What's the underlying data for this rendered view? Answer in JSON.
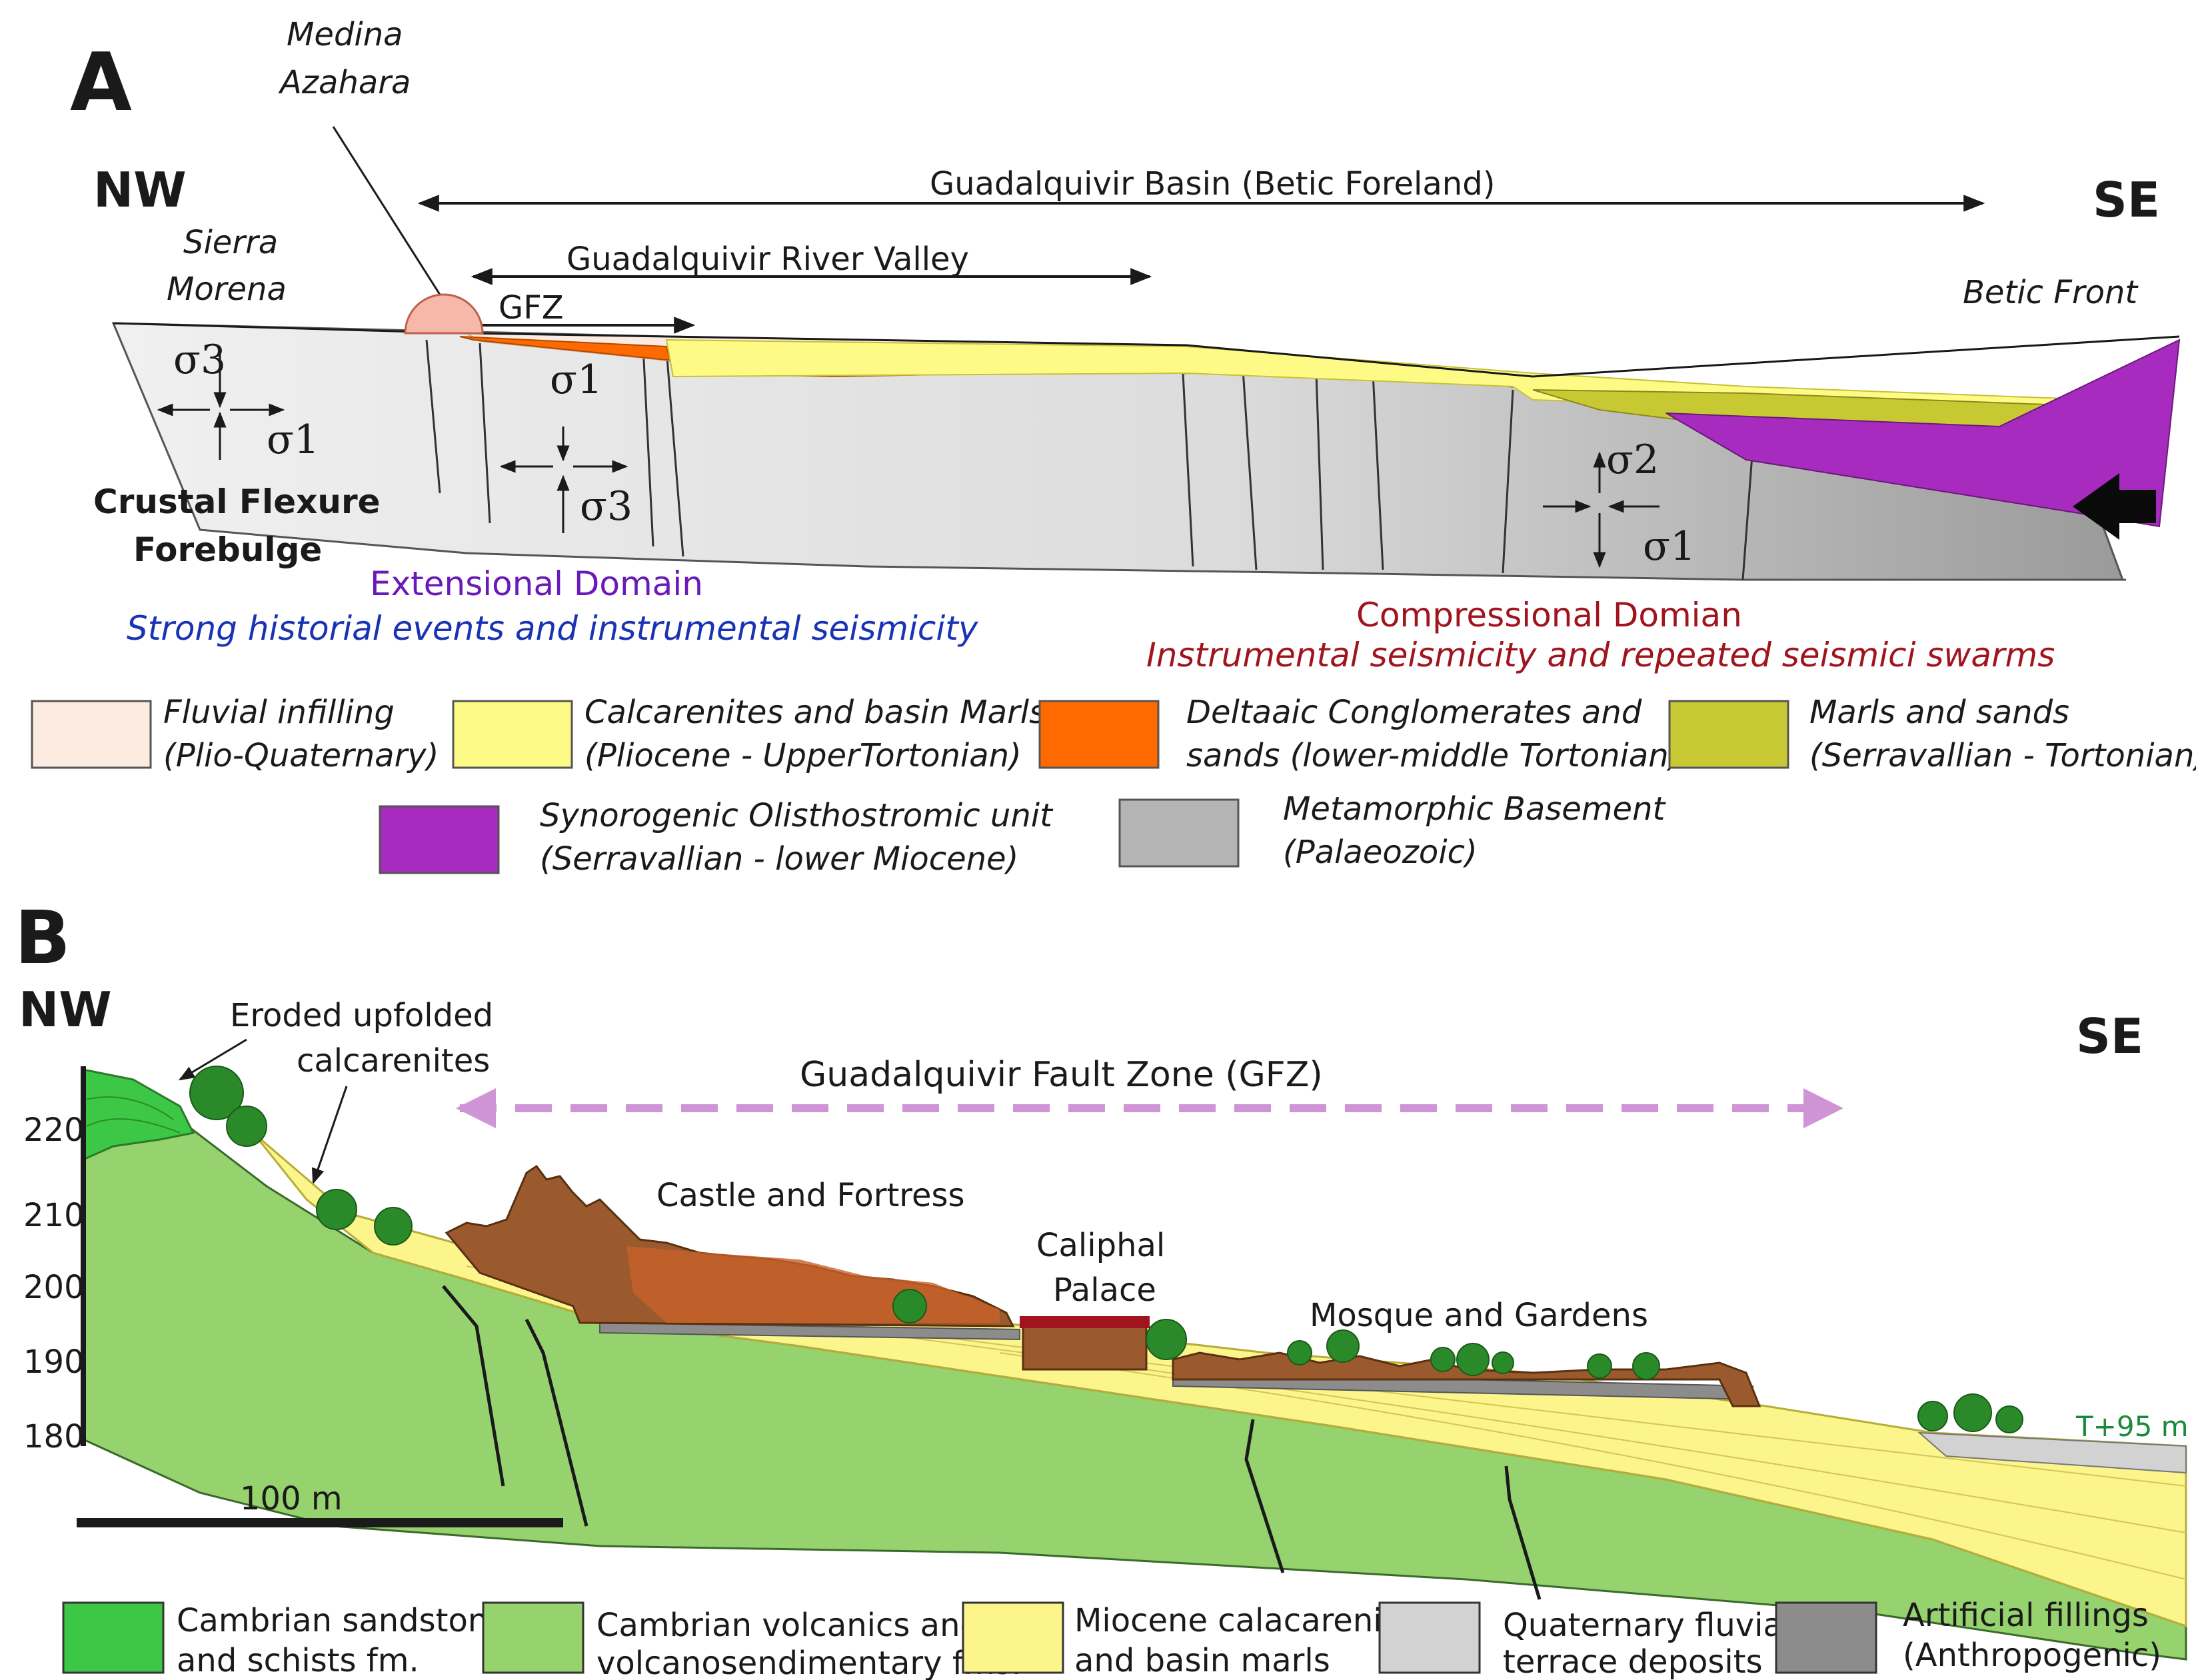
{
  "panel_a": {
    "letter": "A",
    "nw": "NW",
    "se": "SE",
    "medina_line1": "Medina",
    "medina_line2": "Azahara",
    "sierra_line1": "Sierra",
    "sierra_line2": "Morena",
    "basin_span": "Guadalquivir Basin (Betic Foreland)",
    "river_span": "Guadalquivir River Valley",
    "gfz": "GFZ",
    "betic_front": "Betic Front",
    "sigma1": "σ1",
    "sigma2": "σ2",
    "sigma3": "σ3",
    "flexure_line1": "Crustal Flexure",
    "flexure_line2": "Forebulge",
    "ext_domain": "Extensional Domain",
    "ext_note": "Strong historial events and instrumental seismicity",
    "comp_domain": "Compressional Domian",
    "comp_note": "Instrumental seismicity and repeated seismici swarms",
    "legend": [
      {
        "line1": "Fluvial infilling",
        "line2": "(Plio-Quaternary)",
        "color": "#fcebe0"
      },
      {
        "line1": "Calcarenites and basin Marls",
        "line2": "(Pliocene - UpperTortonian)",
        "color": "#fdfb86"
      },
      {
        "line1": "Deltaaic Conglomerates and",
        "line2": "sands (lower-middle Tortonian)",
        "color": "#ff6a00"
      },
      {
        "line1": "Marls and sands",
        "line2": "(Serravallian - Tortonian)",
        "color": "#c8c832"
      },
      {
        "line1": "Synorogenic Olisthostromic unit",
        "line2": "(Serravallian - lower Miocene)",
        "color": "#a72bbf"
      },
      {
        "line1": "Metamorphic Basement",
        "line2": "(Palaeozoic)",
        "color": "#b4b4b4"
      }
    ]
  },
  "panel_b": {
    "letter": "B",
    "nw": "NW",
    "se": "SE",
    "eroded_line1": "Eroded upfolded",
    "eroded_line2": "calcarenites",
    "gfz_span": "Guadalquivir Fault Zone (GFZ)",
    "castle": "Castle and Fortress",
    "palace_line1": "Caliphal",
    "palace_line2": "Palace",
    "mosque": "Mosque and Gardens",
    "terrace": "T+95 m",
    "scale": "100 m",
    "elevations": [
      "220",
      "210",
      "200",
      "190",
      "180"
    ],
    "legend": [
      {
        "line1": "Cambrian sandstones",
        "line2": "and schists fm.",
        "color": "#3cc846"
      },
      {
        "line1": "Cambrian volcanics and",
        "line2": "volcanosendimentary fms.",
        "color": "#96d26e"
      },
      {
        "line1": "Miocene calacarenites",
        "line2": "and basin marls",
        "color": "#fbf58c"
      },
      {
        "line1": "Quaternary fluvial",
        "line2": "terrace deposits",
        "color": "#d2d2d2"
      },
      {
        "line1": "Artificial fillings",
        "line2": "(Anthropogenic)",
        "color": "#8c8c8c"
      }
    ]
  }
}
